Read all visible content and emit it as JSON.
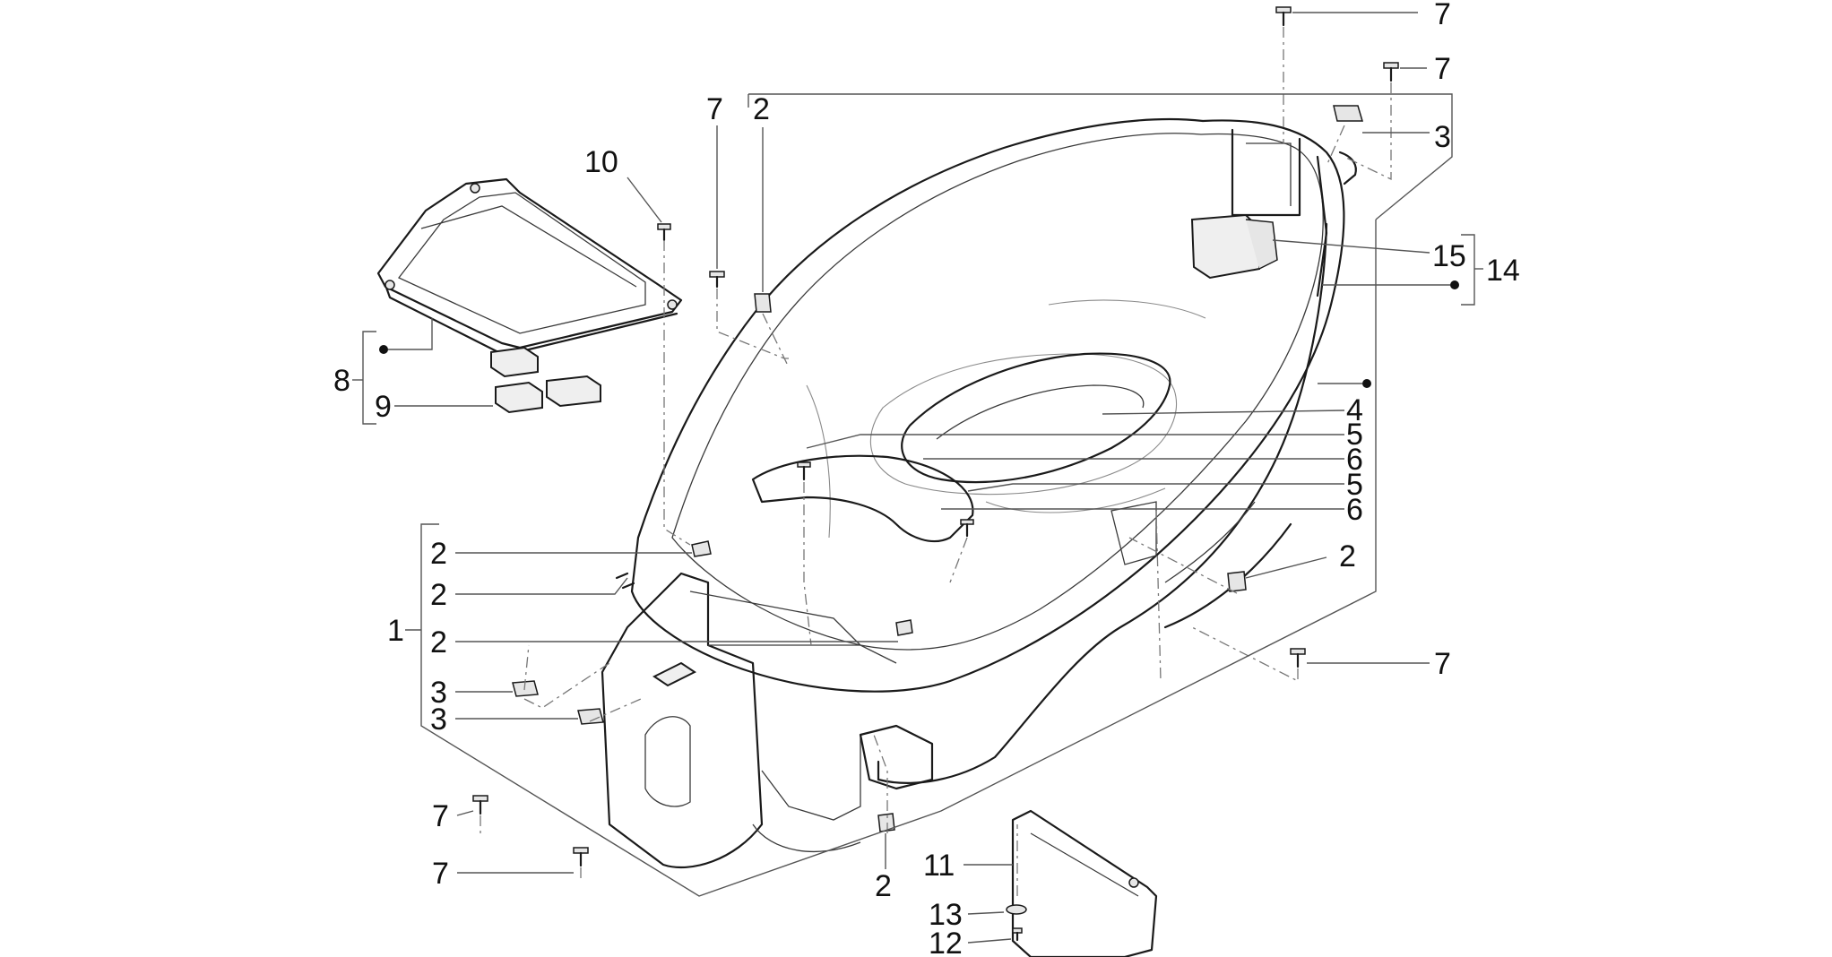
{
  "colors": {
    "line": "#1a1a1a",
    "leader": "#555555",
    "background": "#ffffff"
  },
  "callouts": [
    {
      "id": "c-7-top",
      "text": "7"
    },
    {
      "id": "c-7-top2",
      "text": "7"
    },
    {
      "id": "c-3-top",
      "text": "3"
    },
    {
      "id": "c-15",
      "text": "15"
    },
    {
      "id": "c-14",
      "text": "14"
    },
    {
      "id": "c-7-left",
      "text": "7"
    },
    {
      "id": "c-2-left",
      "text": "2"
    },
    {
      "id": "c-10",
      "text": "10"
    },
    {
      "id": "c-8",
      "text": "8"
    },
    {
      "id": "c-9",
      "text": "9"
    },
    {
      "id": "c-4",
      "text": "4"
    },
    {
      "id": "c-5a",
      "text": "5"
    },
    {
      "id": "c-6a",
      "text": "6"
    },
    {
      "id": "c-5b",
      "text": "5"
    },
    {
      "id": "c-6b",
      "text": "6"
    },
    {
      "id": "c-2a",
      "text": "2"
    },
    {
      "id": "c-2b",
      "text": "2"
    },
    {
      "id": "c-1",
      "text": "1"
    },
    {
      "id": "c-2c",
      "text": "2"
    },
    {
      "id": "c-2-right",
      "text": "2"
    },
    {
      "id": "c-3a",
      "text": "3"
    },
    {
      "id": "c-3b",
      "text": "3"
    },
    {
      "id": "c-7-right",
      "text": "7"
    },
    {
      "id": "c-7-bl1",
      "text": "7"
    },
    {
      "id": "c-7-bl2",
      "text": "7"
    },
    {
      "id": "c-2-bottom",
      "text": "2"
    },
    {
      "id": "c-11",
      "text": "11"
    },
    {
      "id": "c-13",
      "text": "13"
    },
    {
      "id": "c-12",
      "text": "12"
    }
  ]
}
